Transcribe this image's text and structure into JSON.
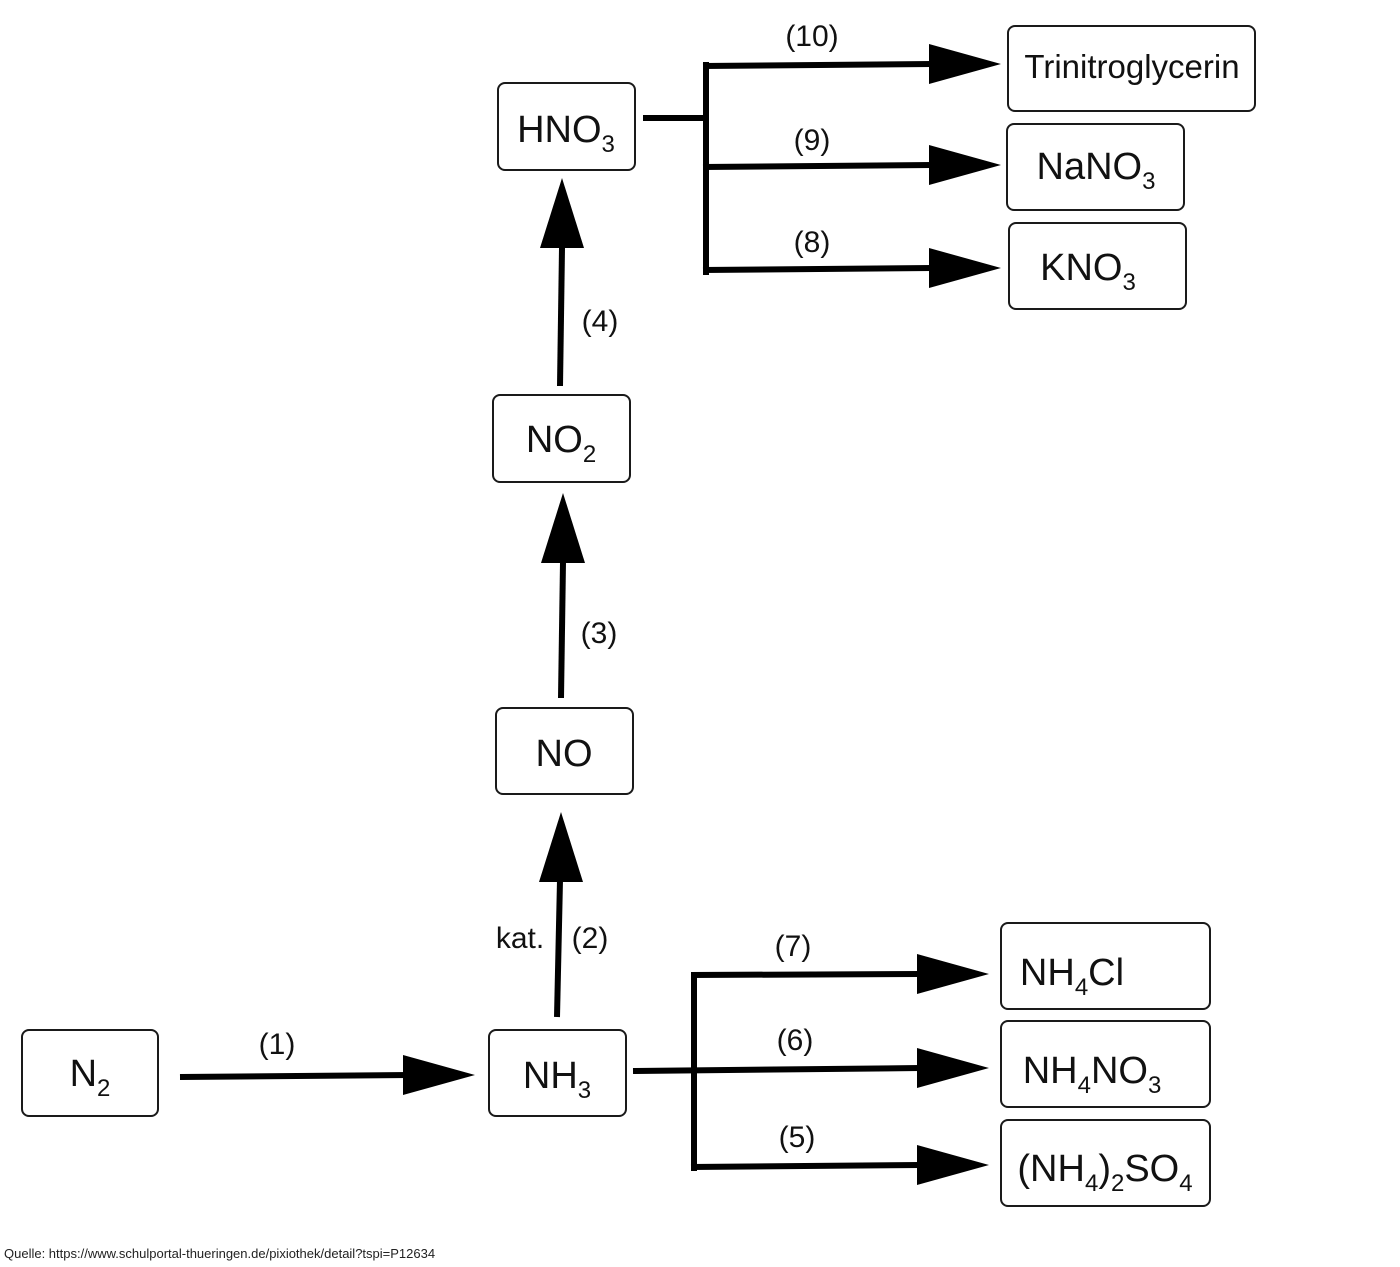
{
  "nodes": {
    "n2": {
      "parts": [
        {
          "t": "N"
        },
        {
          "t": "2",
          "sub": true
        }
      ]
    },
    "nh3": {
      "parts": [
        {
          "t": "NH"
        },
        {
          "t": "3",
          "sub": true
        }
      ]
    },
    "no": {
      "parts": [
        {
          "t": "NO"
        }
      ]
    },
    "no2": {
      "parts": [
        {
          "t": "NO"
        },
        {
          "t": "2",
          "sub": true
        }
      ]
    },
    "hno3": {
      "parts": [
        {
          "t": "HNO"
        },
        {
          "t": "3",
          "sub": true
        }
      ]
    },
    "tng": {
      "parts": [
        {
          "t": "Trinitroglycerin"
        }
      ]
    },
    "nano3": {
      "parts": [
        {
          "t": "NaNO"
        },
        {
          "t": "3",
          "sub": true
        }
      ]
    },
    "kno3": {
      "parts": [
        {
          "t": "KNO"
        },
        {
          "t": "3",
          "sub": true
        }
      ]
    },
    "nh4cl": {
      "parts": [
        {
          "t": "NH"
        },
        {
          "t": "4",
          "sub": true
        },
        {
          "t": "Cl"
        }
      ]
    },
    "nh4no3": {
      "parts": [
        {
          "t": "NH"
        },
        {
          "t": "4",
          "sub": true
        },
        {
          "t": "NO"
        },
        {
          "t": "3",
          "sub": true
        }
      ]
    },
    "nh42so4": {
      "parts": [
        {
          "t": "(NH"
        },
        {
          "t": "4",
          "sub": true
        },
        {
          "t": ")"
        },
        {
          "t": "2",
          "sub": true
        },
        {
          "t": "SO"
        },
        {
          "t": "4",
          "sub": true
        }
      ]
    }
  },
  "steps": {
    "s1": "(1)",
    "s2": "(2)",
    "s2_catalyst": "kat.",
    "s3": "(3)",
    "s4": "(4)",
    "s5": "(5)",
    "s6": "(6)",
    "s7": "(7)",
    "s8": "(8)",
    "s9": "(9)",
    "s10": "(10)"
  },
  "source": "Quelle: https://www.schulportal-thueringen.de/pixiothek/detail?tspi=P12634"
}
